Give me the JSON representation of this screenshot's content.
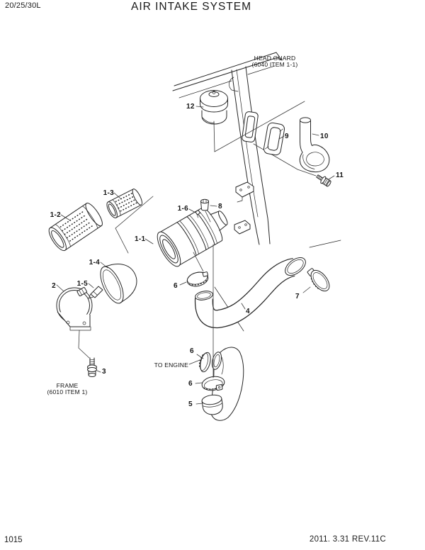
{
  "colors": {
    "ink": "#262626",
    "background": "#ffffff"
  },
  "header": {
    "model": "20/25/30L",
    "title": "AIR INTAKE SYSTEM"
  },
  "footer": {
    "page_number": "1015",
    "revision": "2011. 3.31  REV.11C"
  },
  "diagram": {
    "notes": {
      "head_guard_line1": "HEAD GUARD",
      "head_guard_line2": "(6040 ITEM 1-1)",
      "frame_line1": "FRAME",
      "frame_line2": "(6010 ITEM 1)",
      "to_engine": "TO ENGINE"
    },
    "callouts": {
      "item_12": "12",
      "item_9": "9",
      "item_10": "10",
      "item_11": "11",
      "item_1_2": "1-2",
      "item_1_3": "1-3",
      "item_1_6": "1-6",
      "item_8": "8",
      "item_1_1": "1-1",
      "item_1_4": "1-4",
      "item_1_5": "1-5",
      "item_2": "2",
      "item_3": "3",
      "item_4": "4",
      "item_6_upper": "6",
      "item_7": "7",
      "item_6_hose_top": "6",
      "item_6_hose_mid": "6",
      "item_5": "5"
    }
  }
}
